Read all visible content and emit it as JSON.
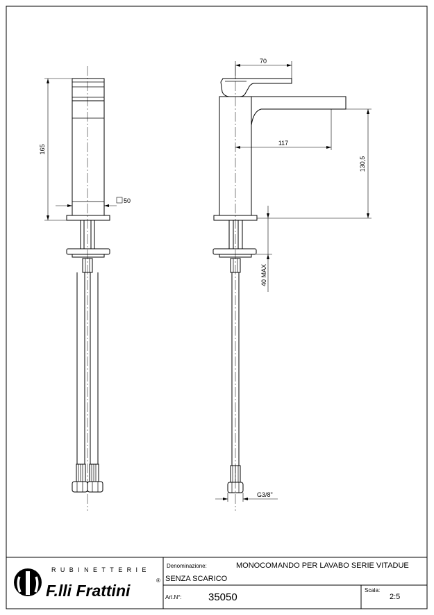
{
  "dimensions": {
    "height_total": "165",
    "base_square": "50",
    "lever_reach": "70",
    "spout_reach": "117",
    "spout_height": "130,5",
    "max_thickness": "40 MAX",
    "connection": "G3/8\""
  },
  "title_block": {
    "brand_tagline": "RUBINETTERIE",
    "brand_name": "F.lli Frattini",
    "registered_mark": "®",
    "denominazione_label": "Denominazione:",
    "description_line1": "MONOCOMANDO PER LAVABO SERIE VITADUE",
    "description_line2": "SENZA SCARICO",
    "art_label": "Art.N°:",
    "art_number": "35050",
    "scala_label": "Scala:",
    "scale_value": "2:5"
  }
}
